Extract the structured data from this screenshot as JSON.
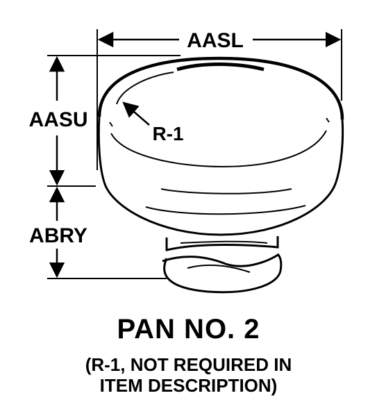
{
  "labels": {
    "top_dimension": "AASL",
    "upper_dimension": "AASU",
    "radius": "R-1",
    "lower_dimension": "ABRY"
  },
  "caption": {
    "title": "PAN NO. 2",
    "note_line1": "(R-1, NOT REQUIRED IN",
    "note_line2": "ITEM DESCRIPTION)"
  },
  "colors": {
    "ink": "#000000",
    "paper": "#ffffff"
  }
}
